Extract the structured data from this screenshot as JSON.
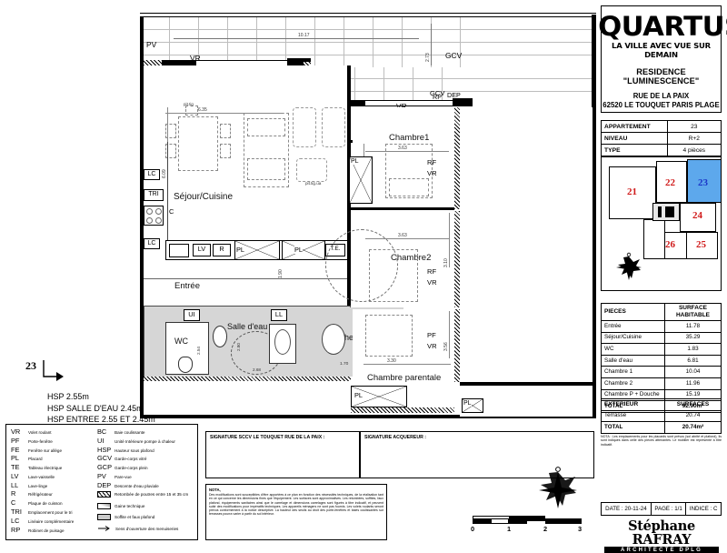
{
  "brand": {
    "name": "QUARTUS",
    "tagline": "LA VILLE AVEC VUE SUR DEMAIN",
    "residence": "RESIDENCE \"LUMINESCENCE\"",
    "street": "RUE DE LA PAIX",
    "city": "62520 LE TOUQUET PARIS PLAGE"
  },
  "info_table": [
    {
      "label": "APPARTEMENT",
      "value": "23"
    },
    {
      "label": "NIVEAU",
      "value": "R+2"
    },
    {
      "label": "TYPE",
      "value": "4 pièces"
    }
  ],
  "keyplan": {
    "units": [
      "21",
      "22",
      "23",
      "24",
      "25",
      "26"
    ],
    "selected": "23",
    "selected_color": "#5da8ec",
    "number_color": "#d01a1a"
  },
  "surface_table": {
    "headers": {
      "pieces": "PIECES",
      "surface": "SURFACE HABITABLE"
    },
    "rows": [
      {
        "piece": "Entrée",
        "surface": "11.78"
      },
      {
        "piece": "Séjour/Cuisine",
        "surface": "35.29"
      },
      {
        "piece": "WC",
        "surface": "1.83"
      },
      {
        "piece": "Salle d'eau",
        "surface": "6.81"
      },
      {
        "piece": "Chambre 1",
        "surface": "10.04"
      },
      {
        "piece": "Chambre 2",
        "surface": "11.96"
      },
      {
        "piece": "Chambre P + Douche",
        "surface": "15.19"
      },
      {
        "piece": "TOTAL",
        "surface": "92.90m²"
      }
    ]
  },
  "exterior_table": {
    "headers": {
      "ext": "EXTERIEUR",
      "surface": "SURFACES"
    },
    "rows": [
      {
        "piece": "Terrasse",
        "surface": "20.74"
      },
      {
        "piece": "TOTAL",
        "surface": "20.74m²"
      }
    ]
  },
  "nota_right": "NOTA : Les emplacements pour les placards sont prévus (sol abrité et plafond), ils sont indiqués dans celle des pièces attenantes. Le mobilier est représenté à titre indicatif.",
  "date_table": {
    "date": "DATE : 20-11-24",
    "page": "PAGE : 1/1",
    "indice": "INDICE : C"
  },
  "architect": {
    "name": "Stéphane RAFRAY",
    "subtitle": "ARCHITECTE DPLG"
  },
  "hsp": [
    "HSP 2.55m",
    "HSP SALLE D'EAU 2.45m",
    "HSP ENTREE 2.55 ET 2.45m"
  ],
  "plan_tag": "23",
  "rooms": [
    {
      "name": "Séjour/Cuisine"
    },
    {
      "name": "Entrée"
    },
    {
      "name": "Chambre1"
    },
    {
      "name": "Chambre2"
    },
    {
      "name": "Chambre parentale"
    },
    {
      "name": "Salle d'eau"
    },
    {
      "name": "WC"
    },
    {
      "name": "Douche"
    }
  ],
  "room_labels": {
    "sejour": "Séjour/Cuisine",
    "entree": "Entrée",
    "chambre1": "Chambre1",
    "chambre2": "Chambre2",
    "chambre_parentale": "Chambre parentale",
    "salle_eau": "Salle d'eau",
    "wc": "WC",
    "douche": "Douche"
  },
  "plan_codes": {
    "gcv": "GCV",
    "pv": "PV",
    "vr": "VR",
    "bc": "BC",
    "dep": "DEP",
    "rp": "RP",
    "pl": "PL",
    "lc": "LC",
    "tri": "TRI",
    "lv": "LV",
    "r": "R",
    "c": "C",
    "te": "T.E.",
    "ui": "UI",
    "ll": "LL",
    "rf": "RF",
    "pf": "PF"
  },
  "plan_dimensions": {
    "top_terrace": "10.17",
    "terrace_depth": "2.73",
    "sejour_width": "6.35",
    "sejour_depth": "6.09",
    "kitchen_run": "6.30",
    "chambre1_w": "3.63",
    "chambre1_d": "2.74",
    "chambre2_w": "3.63",
    "chambre2_d": "3.10",
    "parentale_w": "3.30",
    "parentale_d": "3.56",
    "se_w": "2.80",
    "se_d": "2.68",
    "wc_d": "2.54",
    "douche": "1.70",
    "entree_d": "1.90"
  },
  "legend_left": [
    {
      "abbr": "VR",
      "text": "Volet roulant"
    },
    {
      "abbr": "PF",
      "text": "Porte-fenêtre"
    },
    {
      "abbr": "FE",
      "text": "Fenêtre sur allège"
    },
    {
      "abbr": "PL",
      "text": "Placard"
    },
    {
      "abbr": "TE",
      "text": "Tableau électrique"
    },
    {
      "abbr": "LV",
      "text": "Lave-vaisselle"
    },
    {
      "abbr": "LL",
      "text": "Lave-linge"
    },
    {
      "abbr": "R",
      "text": "Réfrigérateur"
    },
    {
      "abbr": "C",
      "text": "Plaque de cuisson"
    },
    {
      "abbr": "TRI",
      "text": "Emplacement pour le tri"
    },
    {
      "abbr": "LC",
      "text": "Linéaire complémentaire"
    },
    {
      "abbr": "RP",
      "text": "Robinet de puisage"
    }
  ],
  "legend_right": [
    {
      "abbr": "BC",
      "text": "Baie coulissante"
    },
    {
      "abbr": "UI",
      "text": "Unité Intérieure pompe à chaleur"
    },
    {
      "abbr": "HSP",
      "text": "Hauteur sous plafond"
    },
    {
      "abbr": "GCV",
      "text": "Garde-corps vitré"
    },
    {
      "abbr": "GCP",
      "text": "Garde-corps plein"
    },
    {
      "abbr": "PV",
      "text": "Pare-vue"
    },
    {
      "abbr": "DEP",
      "text": "Descente d'eau pluviale"
    }
  ],
  "legend_swatches": [
    {
      "type": "hatch",
      "text": "Retombée de poutres entre 15 et 35 cm"
    },
    {
      "type": "gaine",
      "text": "Gaine technique"
    },
    {
      "type": "soffite",
      "text": "Soffite et faux plafond"
    },
    {
      "type": "arrow",
      "text": "Sens d'ouverture des menuiseries"
    }
  ],
  "signatures": {
    "seller": "SIGNATURE SCCV LE TOUQUET RUE DE LA PAIX :",
    "buyer": "SIGNATURE ACQUEREUR :"
  },
  "nota_bottom": {
    "heading": "NOTA,",
    "body": "Des modifications sont susceptibles d'être apportées à ce plan en fonction des nécessités techniques, de la réalisation tant en ce qui concerne les dimensions fines que l'équipement. Les surfaces sont approximatives. Les retombées, soffites, faux plafond, équipements sanitaires ainsi que le carrelage et dimensions carrelages sont figurés à titre indicatif, et peuvent subir des modifications pour impératifs techniques. Les appareils ménagers ne sont pas fournis. Les volets roulants seront prévus conformément à la notice descriptive. La hauteur des seuils au droit des porte-fenêtres et baies coulissantes sur terrasses pourra varier à partir du sol intérieur."
  },
  "scale_bar": {
    "labels": [
      "0",
      "1",
      "2",
      "3"
    ]
  },
  "compass": {
    "name": "north-compass"
  }
}
